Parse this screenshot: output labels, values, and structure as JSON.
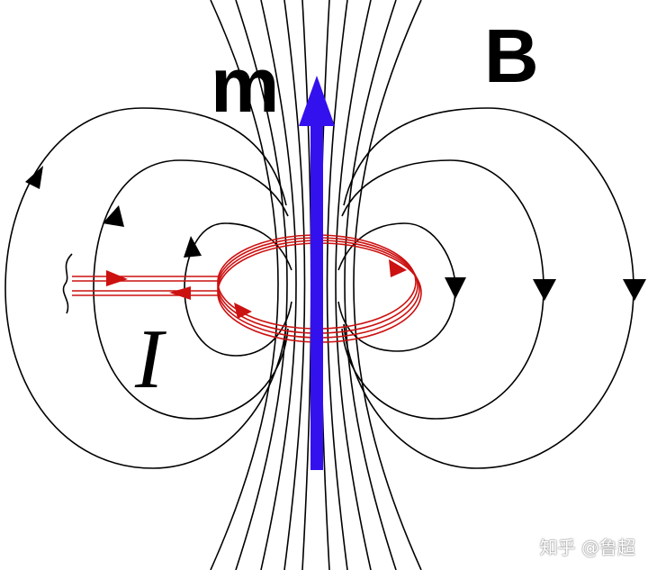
{
  "labels": {
    "moment": "m",
    "field": "B",
    "current": "I"
  },
  "watermark": "知乎 @鲁超",
  "colors": {
    "field_lines": "#000000",
    "current_loop": "#cc1111",
    "moment_arrow": "#3311ee",
    "background": "#ffffff"
  }
}
